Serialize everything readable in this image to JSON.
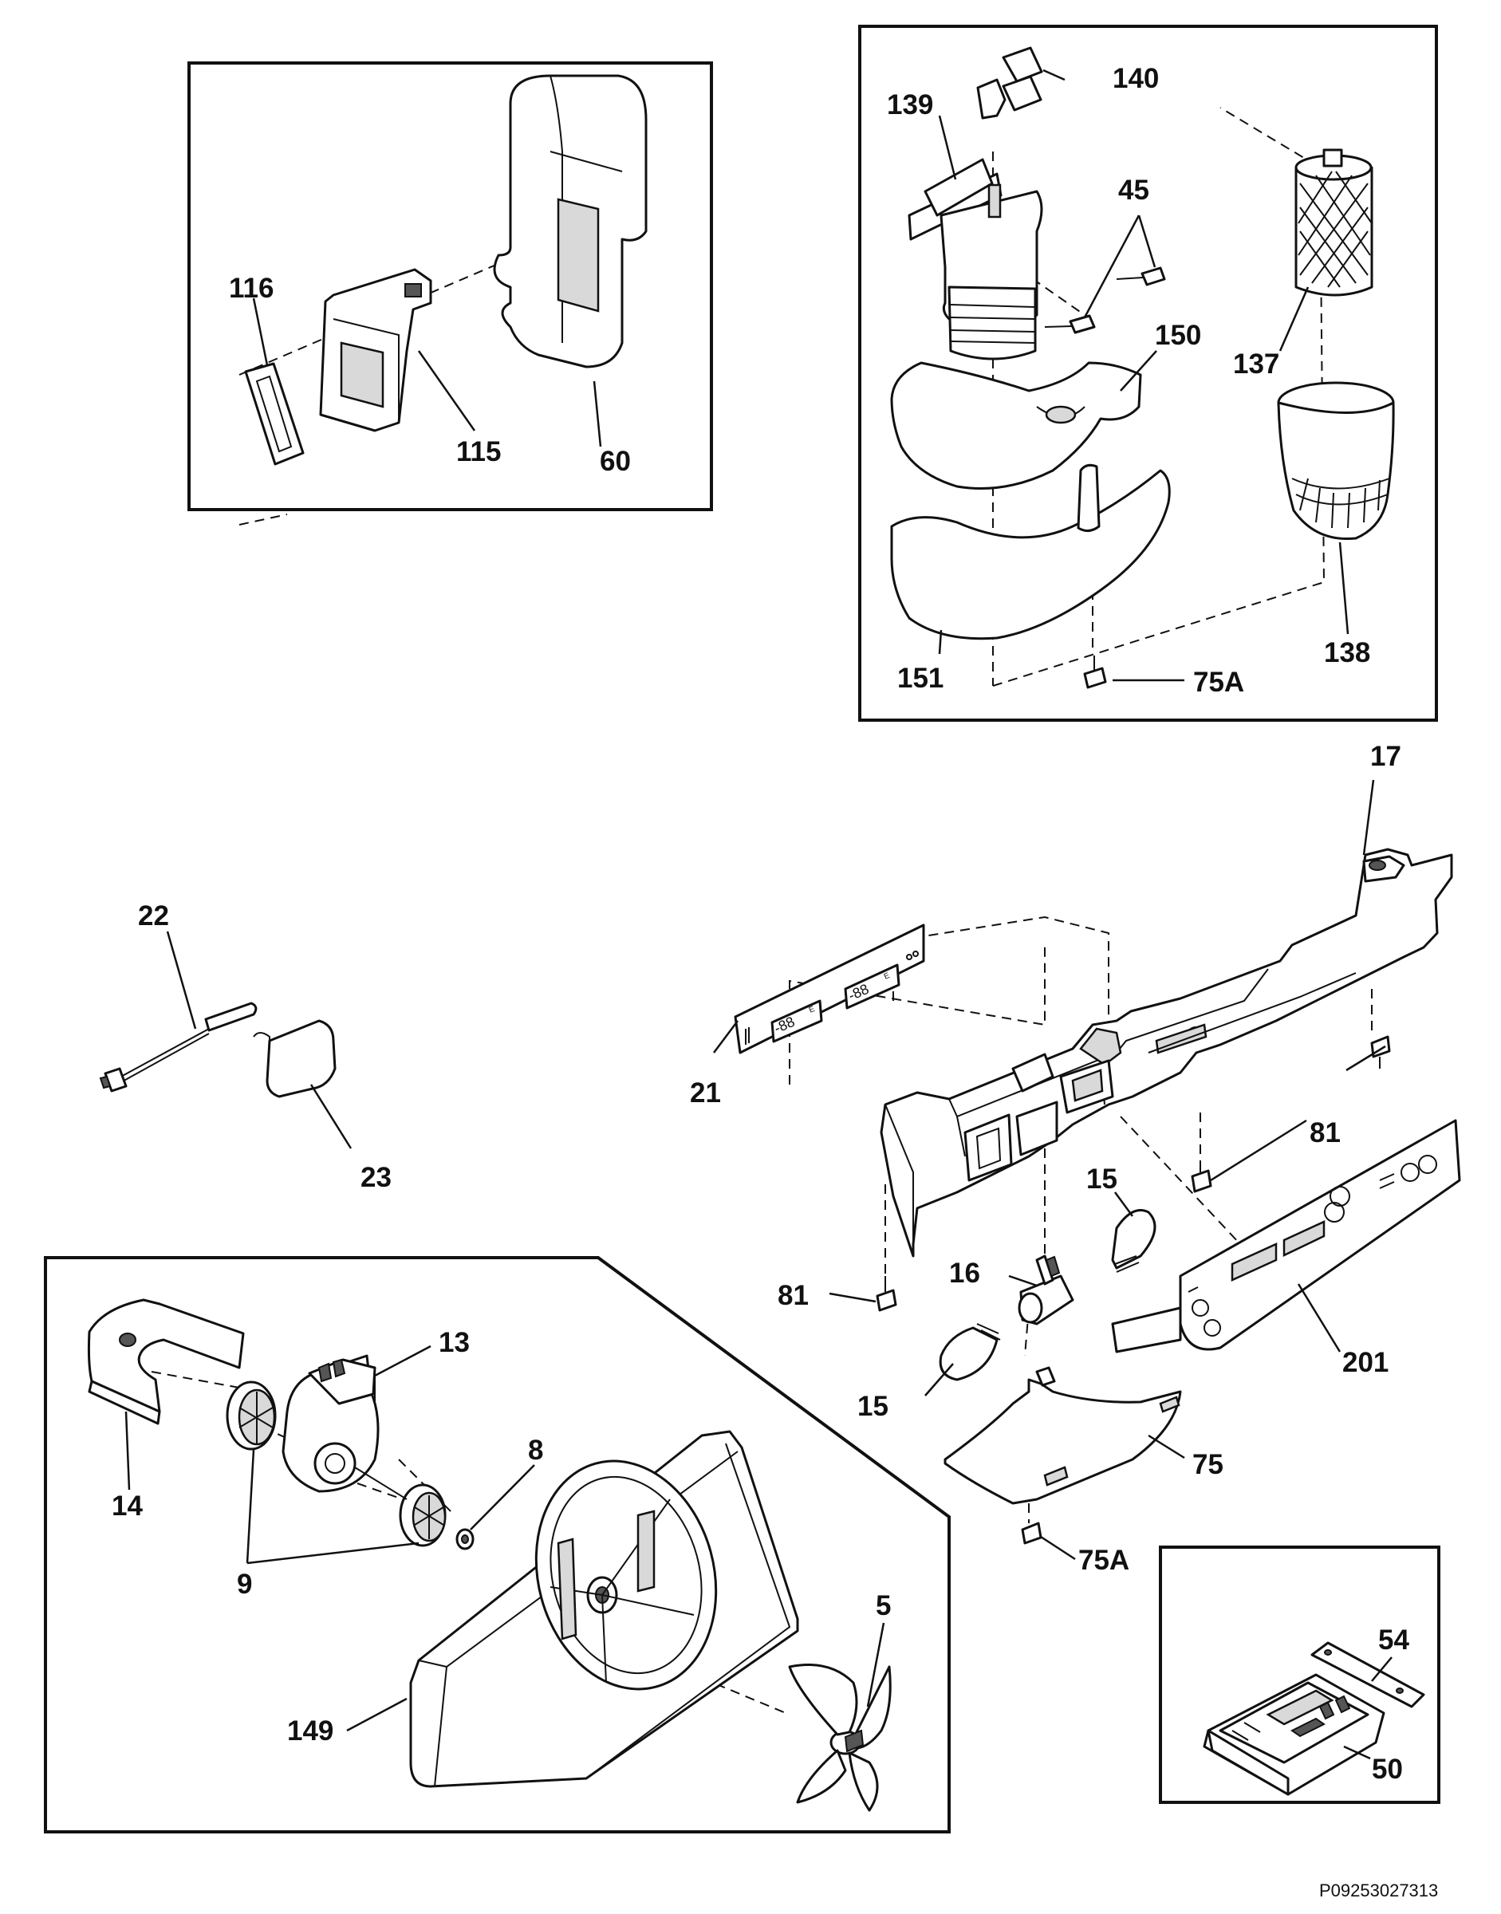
{
  "drawing_code": "P09253027313",
  "labels": [
    {
      "id": "116",
      "text": "116"
    },
    {
      "id": "115",
      "text": "115"
    },
    {
      "id": "60",
      "text": "60"
    },
    {
      "id": "139",
      "text": "139"
    },
    {
      "id": "140",
      "text": "140"
    },
    {
      "id": "45",
      "text": "45"
    },
    {
      "id": "150",
      "text": "150"
    },
    {
      "id": "137",
      "text": "137"
    },
    {
      "id": "151",
      "text": "151"
    },
    {
      "id": "75A_top",
      "text": "75A"
    },
    {
      "id": "138",
      "text": "138"
    },
    {
      "id": "17",
      "text": "17"
    },
    {
      "id": "22",
      "text": "22"
    },
    {
      "id": "21",
      "text": "21"
    },
    {
      "id": "23",
      "text": "23"
    },
    {
      "id": "81_right",
      "text": "81"
    },
    {
      "id": "15_top",
      "text": "15"
    },
    {
      "id": "81_left",
      "text": "81"
    },
    {
      "id": "16",
      "text": "16"
    },
    {
      "id": "201",
      "text": "201"
    },
    {
      "id": "13",
      "text": "13"
    },
    {
      "id": "15_bottom",
      "text": "15"
    },
    {
      "id": "8",
      "text": "8"
    },
    {
      "id": "75",
      "text": "75"
    },
    {
      "id": "14",
      "text": "14"
    },
    {
      "id": "9",
      "text": "9"
    },
    {
      "id": "75A_bottom",
      "text": "75A"
    },
    {
      "id": "5",
      "text": "5"
    },
    {
      "id": "54",
      "text": "54"
    },
    {
      "id": "149",
      "text": "149"
    },
    {
      "id": "50",
      "text": "50"
    }
  ],
  "display_readout": "-88",
  "display_unit": "E"
}
